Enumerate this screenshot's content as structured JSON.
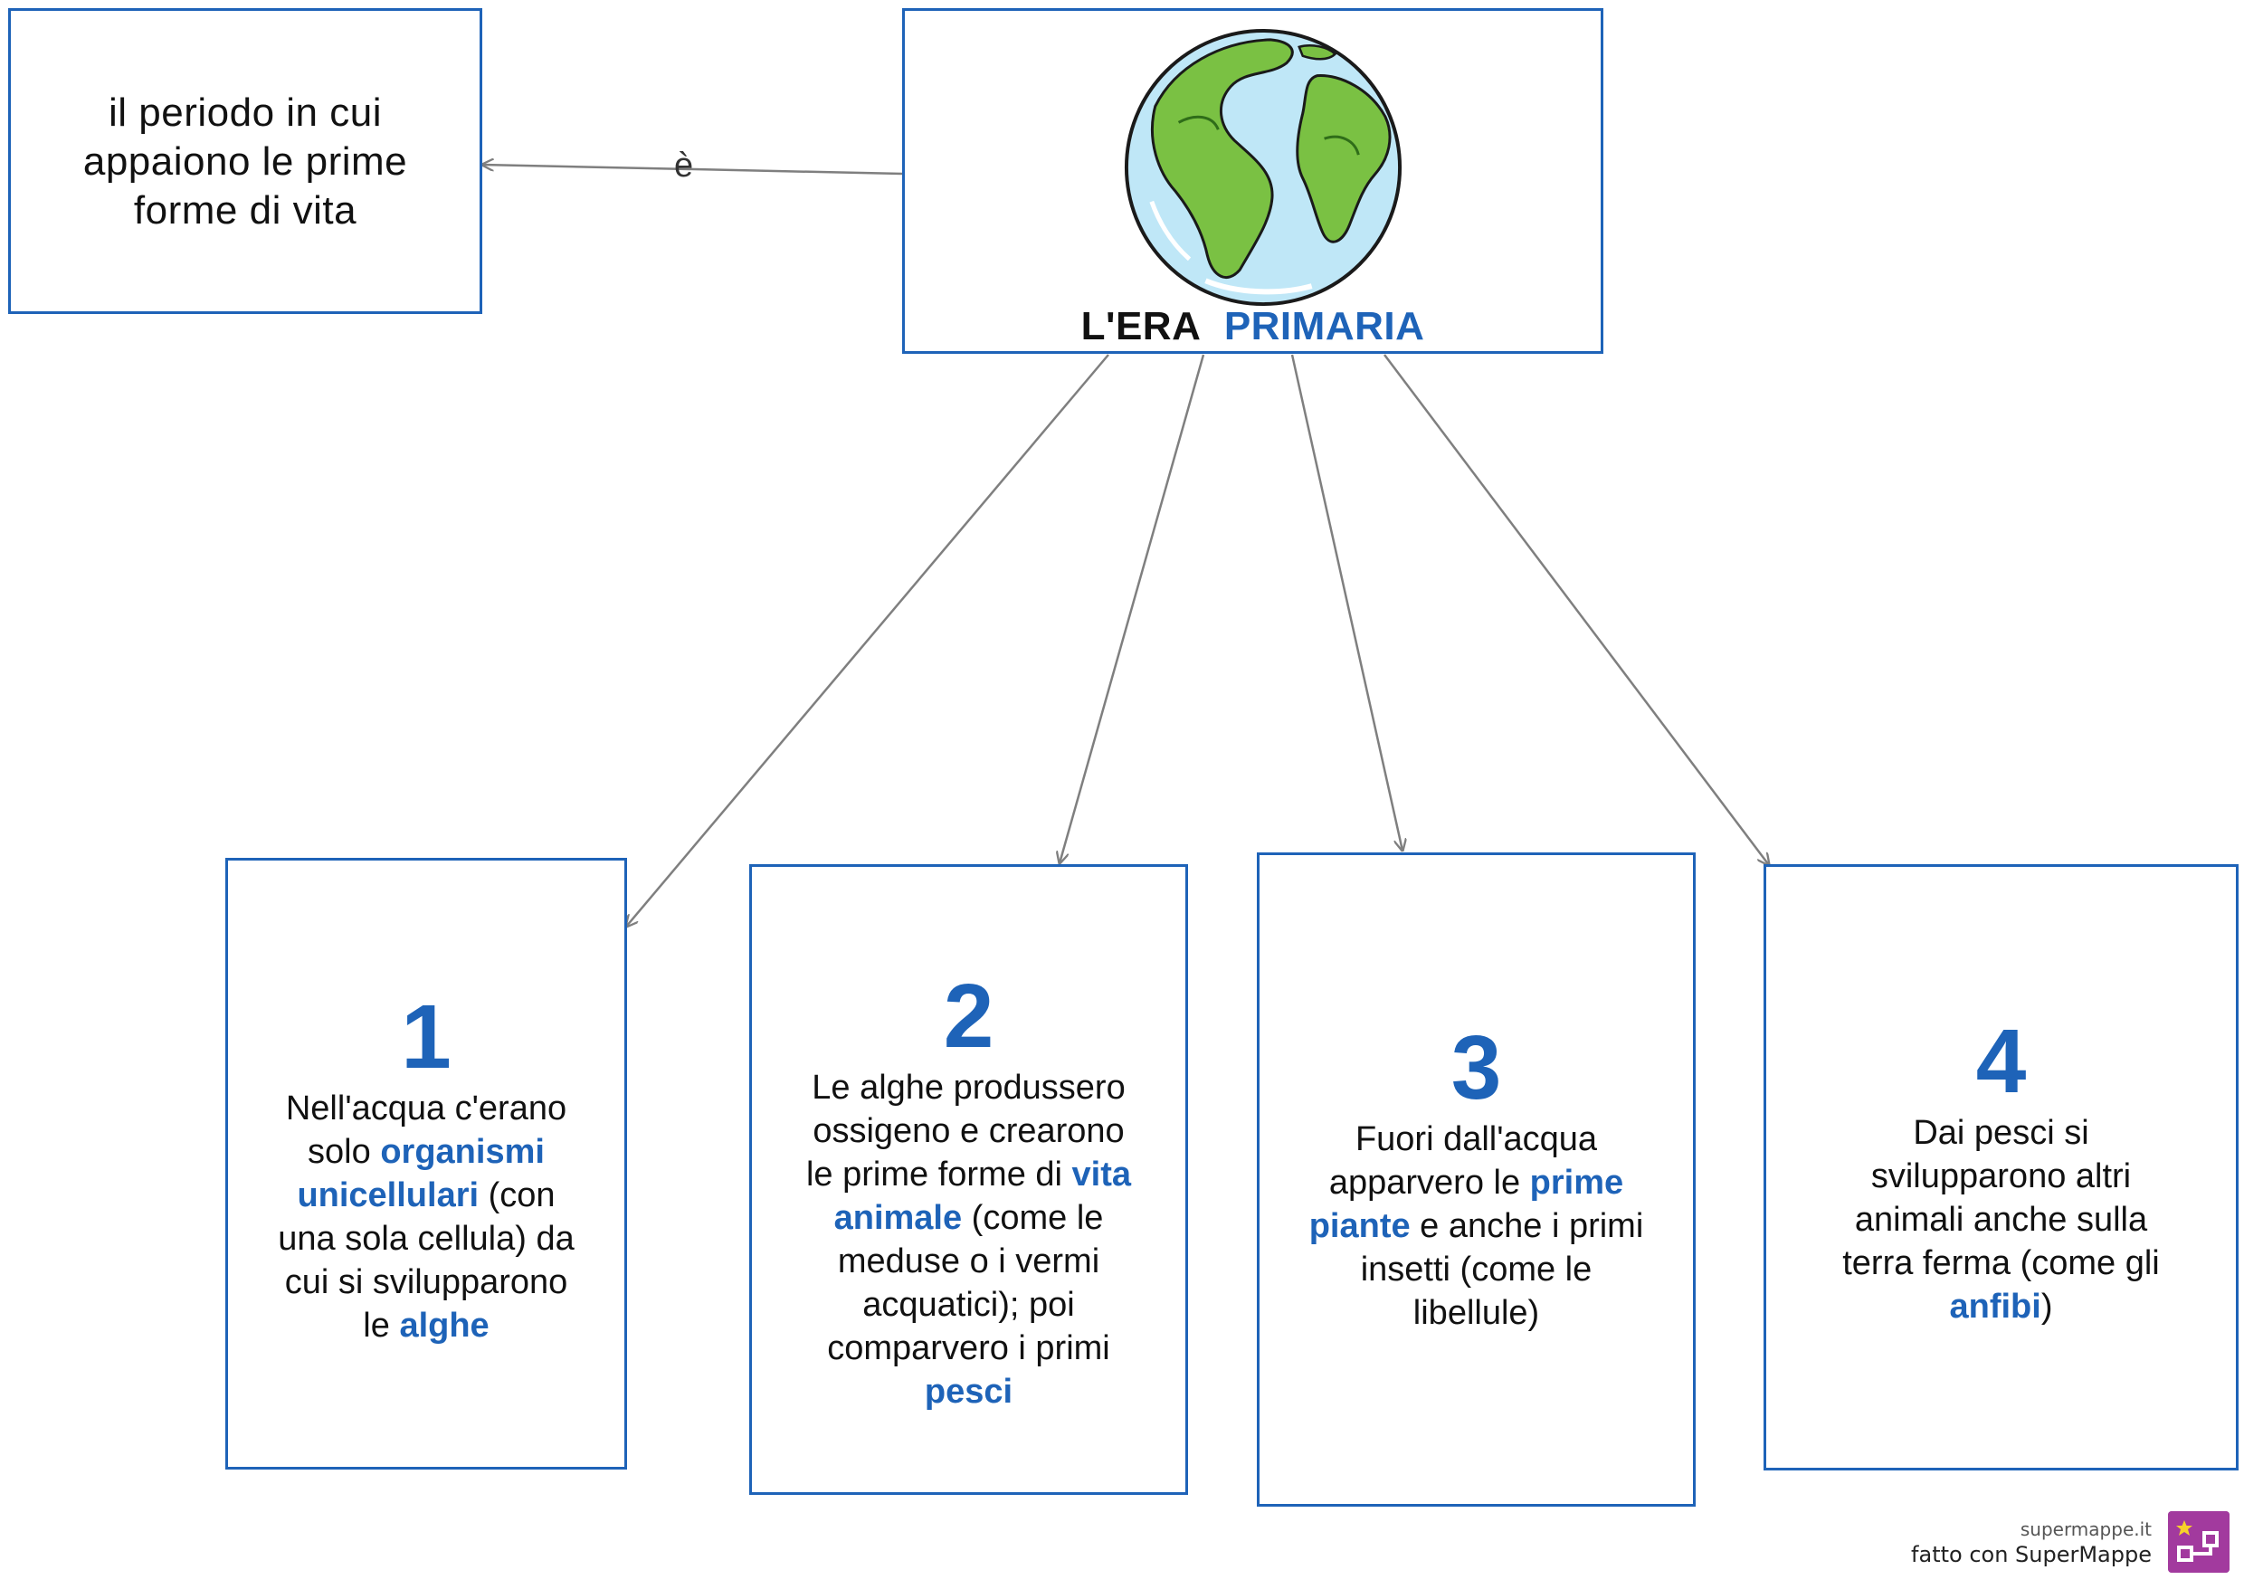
{
  "definition": {
    "text_lines": [
      "il periodo in cui",
      "appaiono le prime",
      "forme di vita"
    ]
  },
  "edge_label": "è",
  "main": {
    "title_black": "L'ERA",
    "title_blue": "PRIMARIA",
    "image": "earth-globe-icon"
  },
  "steps": [
    {
      "number": "1",
      "lines": [
        [
          {
            "t": "Nell'acqua c'erano"
          }
        ],
        [
          {
            "t": "solo "
          },
          {
            "t": "organismi",
            "kw": true
          }
        ],
        [
          {
            "t": "unicellulari",
            "kw": true
          },
          {
            "t": " (con"
          }
        ],
        [
          {
            "t": "una sola cellula) da"
          }
        ],
        [
          {
            "t": "cui si svilupparono"
          }
        ],
        [
          {
            "t": "le "
          },
          {
            "t": "alghe",
            "kw": true
          }
        ]
      ]
    },
    {
      "number": "2",
      "lines": [
        [
          {
            "t": "Le alghe produssero"
          }
        ],
        [
          {
            "t": "ossigeno e crearono"
          }
        ],
        [
          {
            "t": "le prime forme di "
          },
          {
            "t": "vita",
            "kw": true
          }
        ],
        [
          {
            "t": "animale",
            "kw": true
          },
          {
            "t": " (come le"
          }
        ],
        [
          {
            "t": "meduse o i vermi"
          }
        ],
        [
          {
            "t": "acquatici); poi"
          }
        ],
        [
          {
            "t": "comparvero i primi"
          }
        ],
        [
          {
            "t": "pesci",
            "kw": true
          }
        ]
      ]
    },
    {
      "number": "3",
      "lines": [
        [
          {
            "t": "Fuori dall'acqua"
          }
        ],
        [
          {
            "t": "apparvero le "
          },
          {
            "t": "prime",
            "kw": true
          }
        ],
        [
          {
            "t": "piante",
            "kw": true
          },
          {
            "t": " e anche i primi"
          }
        ],
        [
          {
            "t": "insetti (come le"
          }
        ],
        [
          {
            "t": "libellule)"
          }
        ]
      ]
    },
    {
      "number": "4",
      "lines": [
        [
          {
            "t": "Dai pesci si"
          }
        ],
        [
          {
            "t": "svilupparono altri"
          }
        ],
        [
          {
            "t": "animali anche sulla"
          }
        ],
        [
          {
            "t": "terra ferma (come gli"
          }
        ],
        [
          {
            "t": "anfibi",
            "kw": true
          },
          {
            "t": ")"
          }
        ]
      ]
    }
  ],
  "footer": {
    "site": "supermappe.it",
    "made_with": "fatto con SuperMappe"
  },
  "colors": {
    "accent": "#1e63b8",
    "connector": "#7f7f7f",
    "logo": "#a23a9e"
  }
}
